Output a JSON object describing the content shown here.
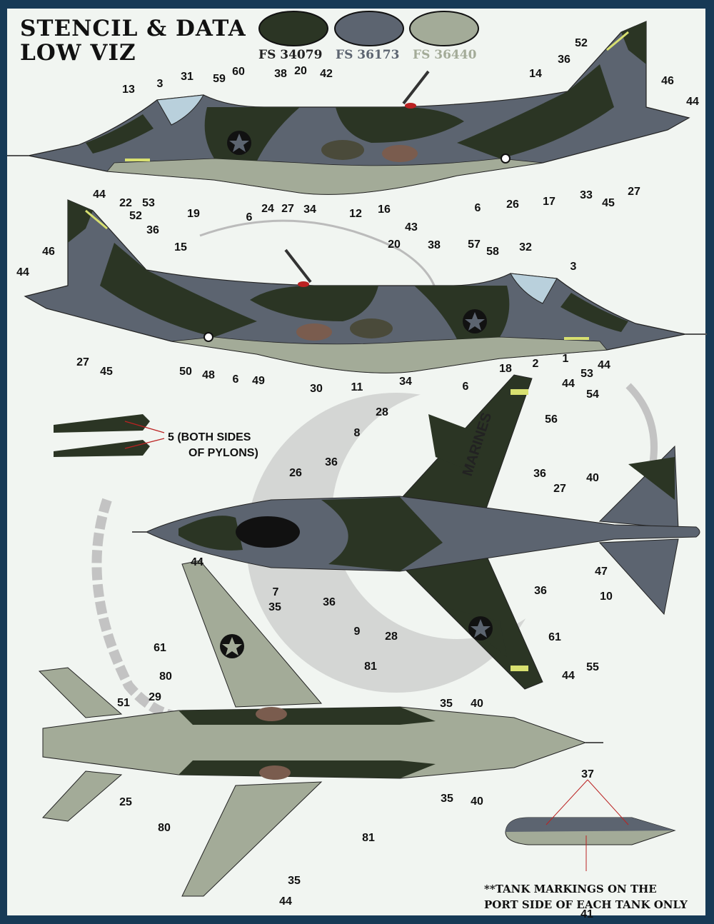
{
  "header": {
    "title_line1": "STENCIL & DATA",
    "title_line2": "LOW VIZ"
  },
  "colors": [
    {
      "label": "FS 34079",
      "hex": "#2b3524",
      "text_color": "#222222"
    },
    {
      "label": "FS 36173",
      "hex": "#5c6470",
      "text_color": "#5c6470"
    },
    {
      "label": "FS 36440",
      "hex": "#a3ab98",
      "text_color": "#a3ab98"
    }
  ],
  "views": {
    "port_side": {
      "callouts": [
        "13",
        "3",
        "31",
        "59",
        "60",
        "38",
        "20",
        "42",
        "52",
        "36",
        "14",
        "46",
        "44",
        "44",
        "22",
        "53",
        "19",
        "6",
        "24",
        "27",
        "34",
        "12",
        "16",
        "6",
        "26",
        "17",
        "33",
        "45",
        "27"
      ]
    },
    "starboard_side": {
      "callouts": [
        "52",
        "36",
        "15",
        "46",
        "44",
        "20",
        "43",
        "38",
        "57",
        "58",
        "32",
        "3",
        "27",
        "45",
        "50",
        "48",
        "6",
        "49",
        "30",
        "11",
        "34",
        "6",
        "18",
        "2",
        "1",
        "53",
        "44"
      ]
    },
    "pylons": {
      "note_line1": "5 (BOTH SIDES",
      "note_line2": "OF PYLONS)"
    },
    "top": {
      "wing_text": "MARINES",
      "callouts": [
        "44",
        "54",
        "56",
        "28",
        "8",
        "36",
        "26",
        "36",
        "27",
        "40",
        "7",
        "36",
        "9",
        "28",
        "47",
        "10",
        "36",
        "61",
        "55",
        "44"
      ]
    },
    "bottom": {
      "callouts": [
        "44",
        "35",
        "61",
        "80",
        "81",
        "51",
        "29",
        "35",
        "40",
        "25",
        "35",
        "40",
        "80",
        "81",
        "35",
        "44"
      ]
    },
    "tank": {
      "callouts": [
        "37",
        "41"
      ],
      "note_line1": "**TANK MARKINGS ON THE",
      "note_line2": "PORT SIDE OF EACH TANK ONLY"
    }
  }
}
